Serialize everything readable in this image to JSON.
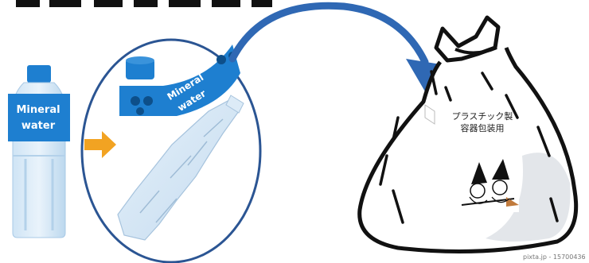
{
  "bottle": {
    "label_line1": "Mineral",
    "label_line2": "water"
  },
  "peeled_label": {
    "line1": "Mineral",
    "line2": "water"
  },
  "bag": {
    "label_line1": "プラスチック製",
    "label_line2": "容器包装用"
  },
  "watermark": "pixta.jp - 15700436",
  "colors": {
    "bottle_blue": "#1E7FD0",
    "arrow_orange": "#F2A322",
    "circle_outline": "#2B5593",
    "curved_arrow": "#2F68B4",
    "bag_outline": "#111111",
    "bag_shade": "#E3E6EA"
  },
  "icons": [
    "water-bottle",
    "arrow-right",
    "label-peel",
    "crushed-bottle",
    "curved-arrow",
    "garbage-bag",
    "witch-characters"
  ]
}
